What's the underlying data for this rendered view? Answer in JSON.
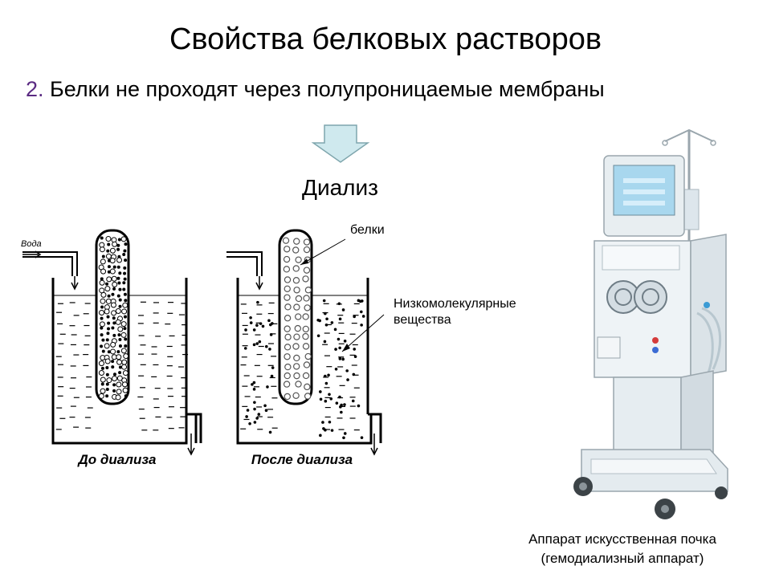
{
  "slide": {
    "title": "Свойства белковых растворов",
    "point_number": "2.",
    "point_text": "Белки не проходят через полупроницаемые мембраны",
    "dialysis_label": "Диализ"
  },
  "diagram": {
    "water_label": "Вода",
    "before_label": "До диализа",
    "after_label": "После диализа",
    "proteins_label": "белки",
    "low_molecular_line1": "Низкомолекулярные",
    "low_molecular_line2": "вещества"
  },
  "machine": {
    "caption_line1": "Аппарат искусственная почка",
    "caption_line2": "(гемодиализный аппарат)"
  },
  "colors": {
    "arrow_fill": "#cfe9ee",
    "arrow_stroke": "#7fa6ad",
    "point_number": "#5a2a82"
  }
}
